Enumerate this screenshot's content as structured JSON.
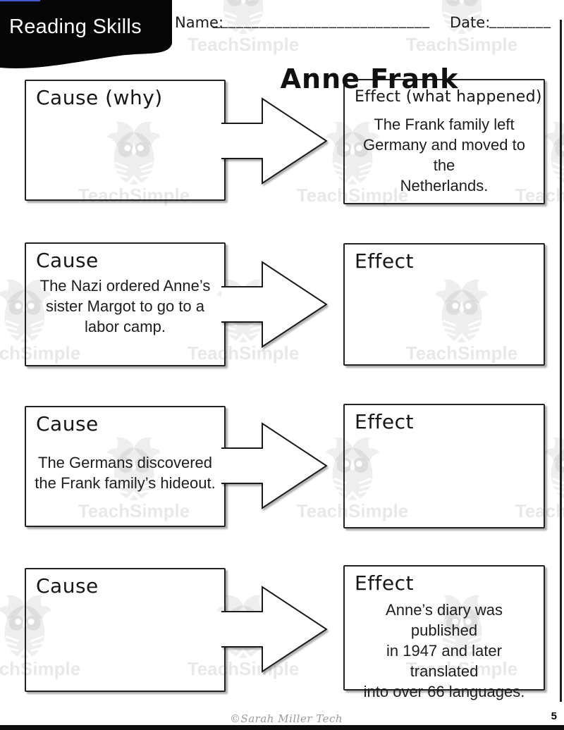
{
  "page": {
    "badge": "Reading Skills",
    "name_label": "Name:",
    "name_line": "____________________________",
    "date_label": "Date:",
    "date_line": "________",
    "title": "Anne Frank",
    "page_number": "5",
    "credit": "©Sarah Miller Tech"
  },
  "watermark": {
    "text": "TeachSimple"
  },
  "rows": [
    {
      "cause": {
        "label": "Cause (why)",
        "body": ""
      },
      "effect": {
        "label": "Effect (what happened)",
        "body": "The Frank family left\nGermany and moved to the\nNetherlands."
      }
    },
    {
      "cause": {
        "label": "Cause",
        "body": "The Nazi ordered Anne’s\nsister Margot to go to a\nlabor camp."
      },
      "effect": {
        "label": "Effect",
        "body": ""
      }
    },
    {
      "cause": {
        "label": "Cause",
        "body": "The Germans discovered\nthe Frank family’s hideout."
      },
      "effect": {
        "label": "Effect",
        "body": ""
      }
    },
    {
      "cause": {
        "label": "Cause",
        "body": ""
      },
      "effect": {
        "label": "Effect",
        "body": "Anne’s diary was published\nin 1947 and later translated\ninto over 66 languages."
      }
    }
  ]
}
